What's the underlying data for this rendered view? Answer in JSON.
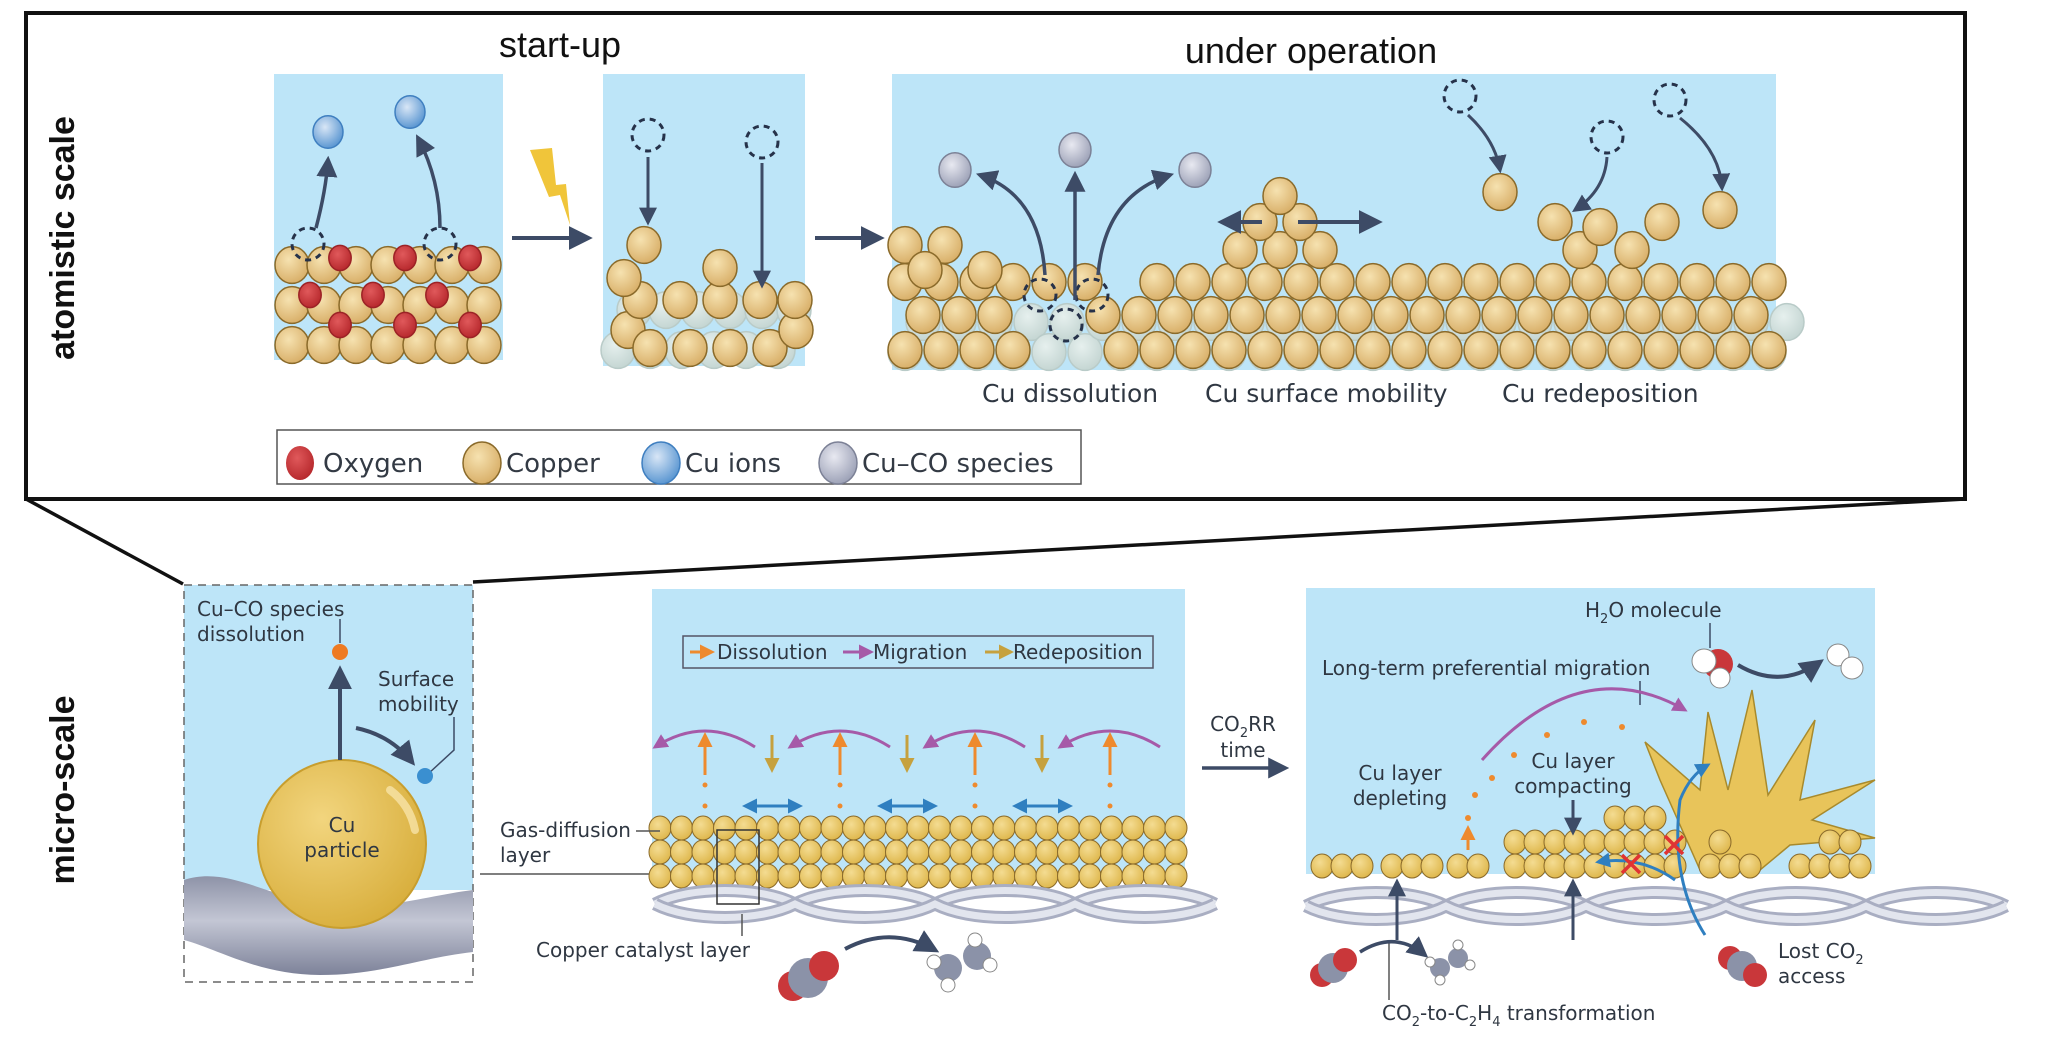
{
  "figure": {
    "side_labels": {
      "atomistic": "atomistic scale",
      "micro": "micro-scale"
    },
    "atomistic": {
      "startup_title": "start-up",
      "operation_title": "under operation",
      "process_labels": [
        "Cu dissolution",
        "Cu surface mobility",
        "Cu redeposition"
      ],
      "legend": [
        {
          "label": "Oxygen",
          "color": "#c9373a"
        },
        {
          "label": "Copper",
          "color": "#e2c07c"
        },
        {
          "label": "Cu ions",
          "color": "#6fa6d8"
        },
        {
          "label": "Cu–CO species",
          "color": "#aeb3c6"
        }
      ]
    },
    "micro": {
      "particle_panel": {
        "dissolution_label_1": "Cu–CO species",
        "dissolution_label_2": "dissolution",
        "mobility_label_1": "Surface",
        "mobility_label_2": "mobility",
        "particle_label_1": "Cu",
        "particle_label_2": "particle"
      },
      "layer_panel": {
        "legend": [
          {
            "label": "Dissolution",
            "color": "#ee8a2e"
          },
          {
            "label": "Migration",
            "color": "#a65aa8"
          },
          {
            "label": "Redeposition",
            "color": "#c6a13e"
          }
        ],
        "gdl_label_1": "Gas-diffusion",
        "gdl_label_2": "layer",
        "catalyst_label": "Copper catalyst layer"
      },
      "transition": {
        "label_main": "CO",
        "label_sub": "2",
        "label_tail": "RR",
        "label_2": "time"
      },
      "aged_panel": {
        "h2o_main": "H",
        "h2o_sub": "2",
        "h2o_tail": "O molecule",
        "migration_label": "Long-term preferential migration",
        "depleting_1": "Cu layer",
        "depleting_2": "depleting",
        "compacting_1": "Cu layer",
        "compacting_2": "compacting",
        "lost_1_main": "Lost CO",
        "lost_1_sub": "2",
        "lost_2": "access",
        "transform": {
          "p1": "CO",
          "s1": "2",
          "p2": "-to-C",
          "s2": "2",
          "p3": "H",
          "s3": "4",
          "p4": " transformation"
        }
      }
    },
    "colors": {
      "water": "#bde5f8",
      "copper": "#e2c07c",
      "copper_stroke": "#8a6a2a",
      "oxygen": "#c9373a",
      "arrow": "#3d4b66",
      "blue_arrow": "#2f7fc0",
      "migration": "#a65aa8",
      "dissolution": "#ee8a2e",
      "redeposition": "#c6a13e"
    }
  }
}
